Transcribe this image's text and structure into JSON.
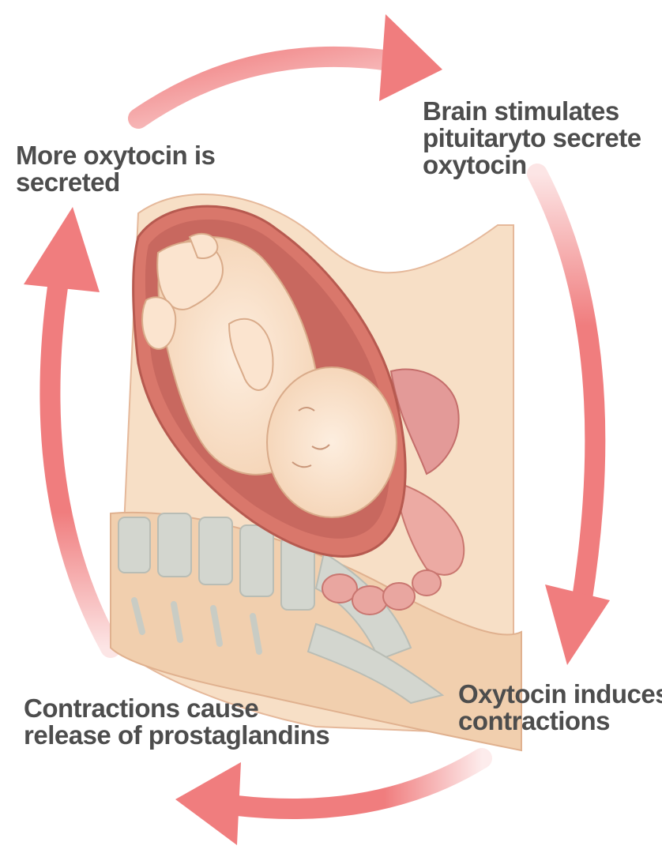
{
  "steps": [
    {
      "id": "brain",
      "lines": [
        "Brain stimulates",
        "pituitaryto secrete",
        "oxytocin"
      ]
    },
    {
      "id": "induce",
      "lines": [
        "Oxytocin induces",
        "contractions"
      ]
    },
    {
      "id": "prostaglandins",
      "lines": [
        "Contractions cause",
        "release of prostaglandins"
      ]
    },
    {
      "id": "more",
      "lines": [
        "More oxytocin is",
        "secreted"
      ]
    }
  ],
  "colors": {
    "arrow": "#f07d7e",
    "arrow_fade": "#fbd4d4",
    "skin": "#f6dcc1",
    "skin_dark": "#e9b998",
    "uterus": "#d9776b",
    "amniotic": "#c65d55",
    "fetus": "#fbe4cf",
    "spine": "#cfd3cc",
    "text": "#4d4d4d"
  }
}
